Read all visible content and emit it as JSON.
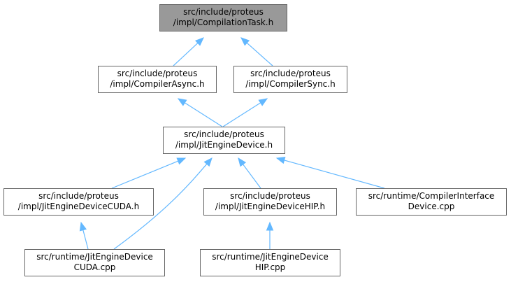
{
  "graph": {
    "colors": {
      "root_fill": "#999999",
      "node_fill": "#ffffff",
      "node_border": "#666666",
      "edge": "#63b8ff"
    },
    "nodes": [
      {
        "id": "n0",
        "lines": [
          "src/include/proteus",
          "/impl/CompilationTask.h"
        ],
        "root": true
      },
      {
        "id": "n1",
        "lines": [
          "src/include/proteus",
          "/impl/CompilerAsync.h"
        ]
      },
      {
        "id": "n2",
        "lines": [
          "src/include/proteus",
          "/impl/CompilerSync.h"
        ]
      },
      {
        "id": "n3",
        "lines": [
          "src/include/proteus",
          "/impl/JitEngineDevice.h"
        ]
      },
      {
        "id": "n4",
        "lines": [
          "src/include/proteus",
          "/impl/JitEngineDeviceCUDA.h"
        ]
      },
      {
        "id": "n5",
        "lines": [
          "src/include/proteus",
          "/impl/JitEngineDeviceHIP.h"
        ]
      },
      {
        "id": "n6",
        "lines": [
          "src/runtime/CompilerInterface",
          "Device.cpp"
        ]
      },
      {
        "id": "n7",
        "lines": [
          "src/runtime/JitEngineDevice",
          "CUDA.cpp"
        ]
      },
      {
        "id": "n8",
        "lines": [
          "src/runtime/JitEngineDevice",
          "HIP.cpp"
        ]
      }
    ],
    "edges": [
      {
        "from": "n1",
        "to": "n0"
      },
      {
        "from": "n2",
        "to": "n0"
      },
      {
        "from": "n3",
        "to": "n1"
      },
      {
        "from": "n3",
        "to": "n2"
      },
      {
        "from": "n4",
        "to": "n3"
      },
      {
        "from": "n7",
        "to": "n3"
      },
      {
        "from": "n5",
        "to": "n3"
      },
      {
        "from": "n6",
        "to": "n3"
      },
      {
        "from": "n7",
        "to": "n4"
      },
      {
        "from": "n8",
        "to": "n5"
      }
    ]
  }
}
